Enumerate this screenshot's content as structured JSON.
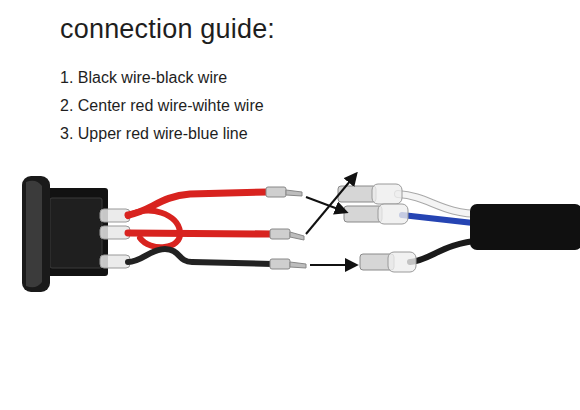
{
  "diagram": {
    "title": "connection guide:",
    "labels": [
      "1. Black wire-black wire",
      "2. Center red wire-wihte wire",
      "3. Upper red wire-blue line"
    ]
  }
}
